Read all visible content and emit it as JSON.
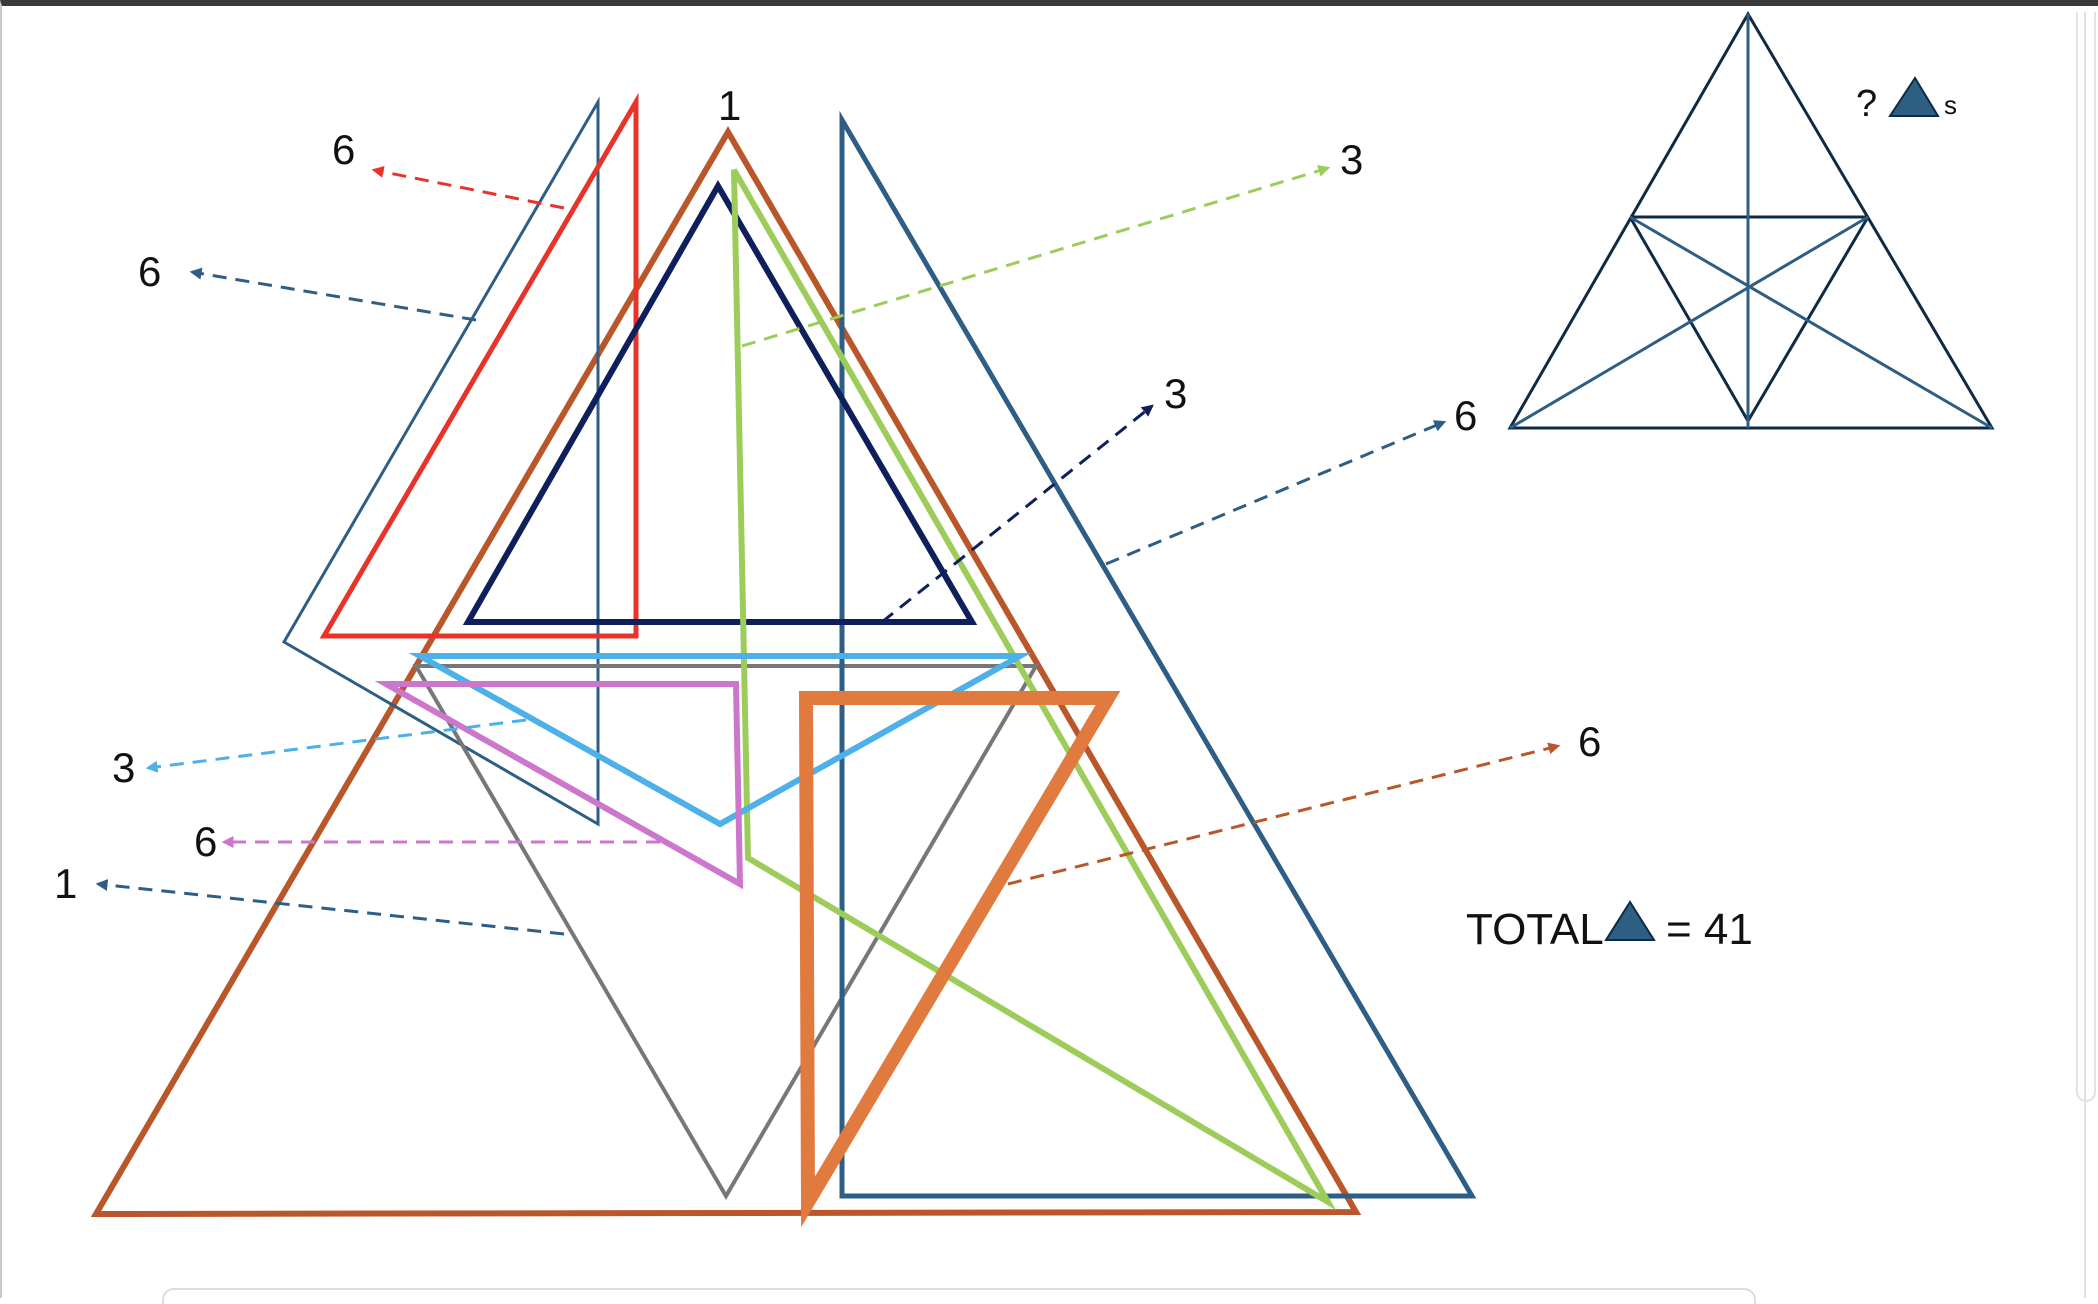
{
  "diagram": {
    "question": {
      "mark": "?",
      "suffix": "s"
    },
    "total": {
      "prefix": "TOTAL",
      "equals": "= 41"
    },
    "counts": {
      "outer_top": "1",
      "red_left": "6",
      "blue_left": "6",
      "green_right": "3",
      "navy_right": "3",
      "steel_right": "6",
      "sky_left": "3",
      "magenta_left": "6",
      "bottom_left": "1",
      "orange_right": "6"
    }
  },
  "colors": {
    "outline": "#0f2a44",
    "steel": "#2e5e85",
    "red": "#e8332a",
    "brown": "#b9572a",
    "navy": "#0f1f5c",
    "green": "#9ccc5a",
    "sky": "#4db0e8",
    "magenta": "#cc77cc",
    "gray": "#777777",
    "orange": "#e07a3f",
    "icon_fill": "#2d5f82"
  }
}
